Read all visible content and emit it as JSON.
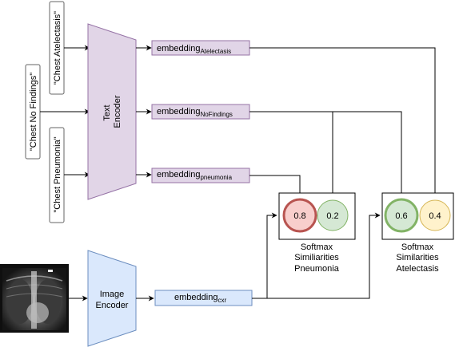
{
  "prompts": {
    "atelectasis": "\"Chest Atelectasis\"",
    "no_findings": "\"Chest No Findings\"",
    "pneumonia": "\"Chest Pneumonia\""
  },
  "text_encoder": {
    "line1": "Text",
    "line2": "Encoder"
  },
  "image_encoder": {
    "line1": "Image",
    "line2": "Encoder"
  },
  "embeddings": {
    "prefix": "embedding",
    "atelectasis_sub": "Atelectasis",
    "nofindings_sub": "NoFindings",
    "pneumonia_sub": "pneumonia",
    "cxr_sub": "cxr"
  },
  "softmax_pneumonia": {
    "value_a": "0.8",
    "value_b": "0.2",
    "label_line1": "Softmax",
    "label_line2": "Similiarities",
    "label_line3": "Pneumonia"
  },
  "softmax_atelectasis": {
    "value_a": "0.6",
    "value_b": "0.4",
    "label_line1": "Softmax",
    "label_line2": "Similarities",
    "label_line3": "Atelectasis"
  },
  "colors": {
    "encoder_text_fill": "#e1d5e7",
    "encoder_text_stroke": "#9673a6",
    "encoder_image_fill": "#dae8fc",
    "encoder_image_stroke": "#6c8ebf",
    "red_fill": "#f8cecc",
    "red_stroke": "#b85450",
    "green_fill": "#d5e8d4",
    "green_stroke": "#82b366",
    "yellow_fill": "#fff2cc",
    "yellow_stroke": "#d6b656"
  }
}
